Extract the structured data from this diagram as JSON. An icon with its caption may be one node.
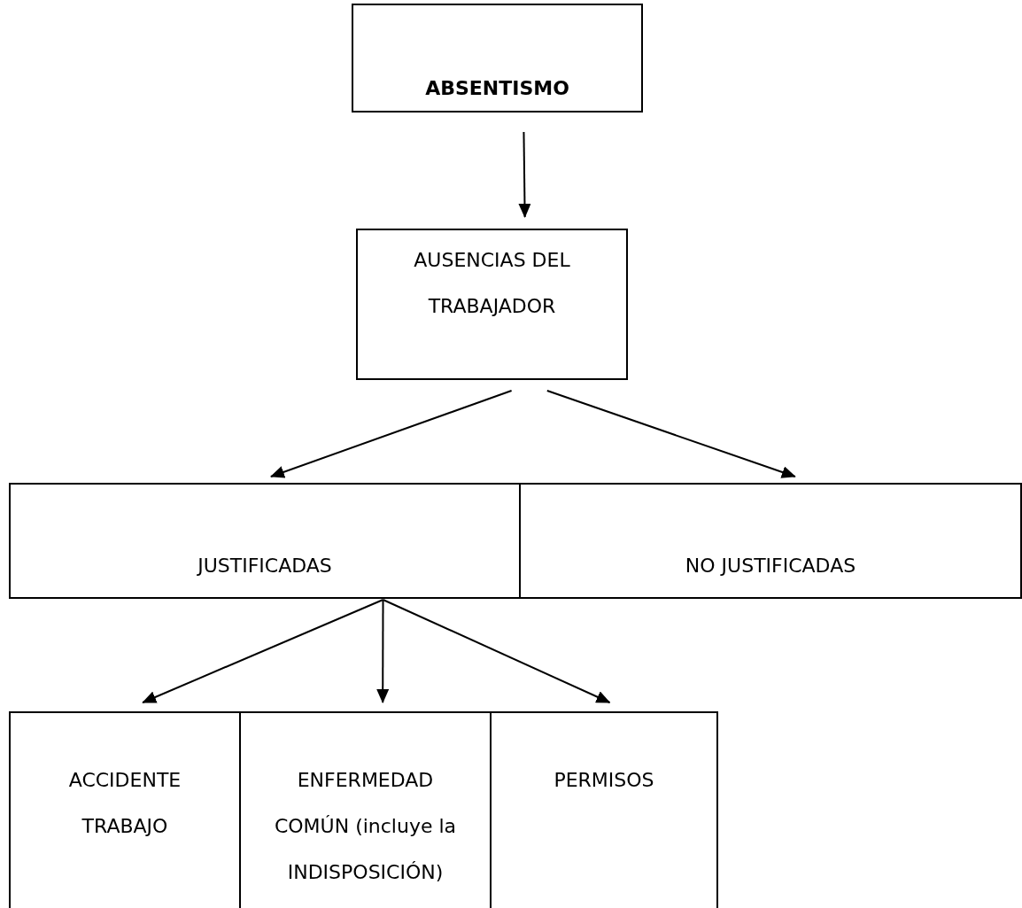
{
  "diagram": {
    "nodes": [
      {
        "text": [
          "ABSENTISMO"
        ]
      },
      {
        "text": [
          "AUSENCIAS DEL TRABAJADOR"
        ]
      },
      {
        "text": [
          "JUSTIFICADAS"
        ]
      },
      {
        "text": [
          "NO JUSTIFICADAS"
        ]
      },
      {
        "text": [
          "ACCIDENTE TRABAJO"
        ]
      },
      {
        "text": [
          "ENFERMEDAD COMÚN (incluye la INDISPOSICIÓN)"
        ]
      },
      {
        "text": [
          "PERMISOS"
        ]
      }
    ],
    "edges": [
      {
        "from": 0,
        "to": 1,
        "arrow": "to"
      },
      {
        "from": 1,
        "to": 2,
        "arrow": "to"
      },
      {
        "from": 1,
        "to": 3,
        "arrow": "to"
      },
      {
        "from": 2,
        "to": 4,
        "arrow": "to"
      },
      {
        "from": 2,
        "to": 5,
        "arrow": "to"
      },
      {
        "from": 2,
        "to": 6,
        "arrow": "to"
      }
    ]
  }
}
